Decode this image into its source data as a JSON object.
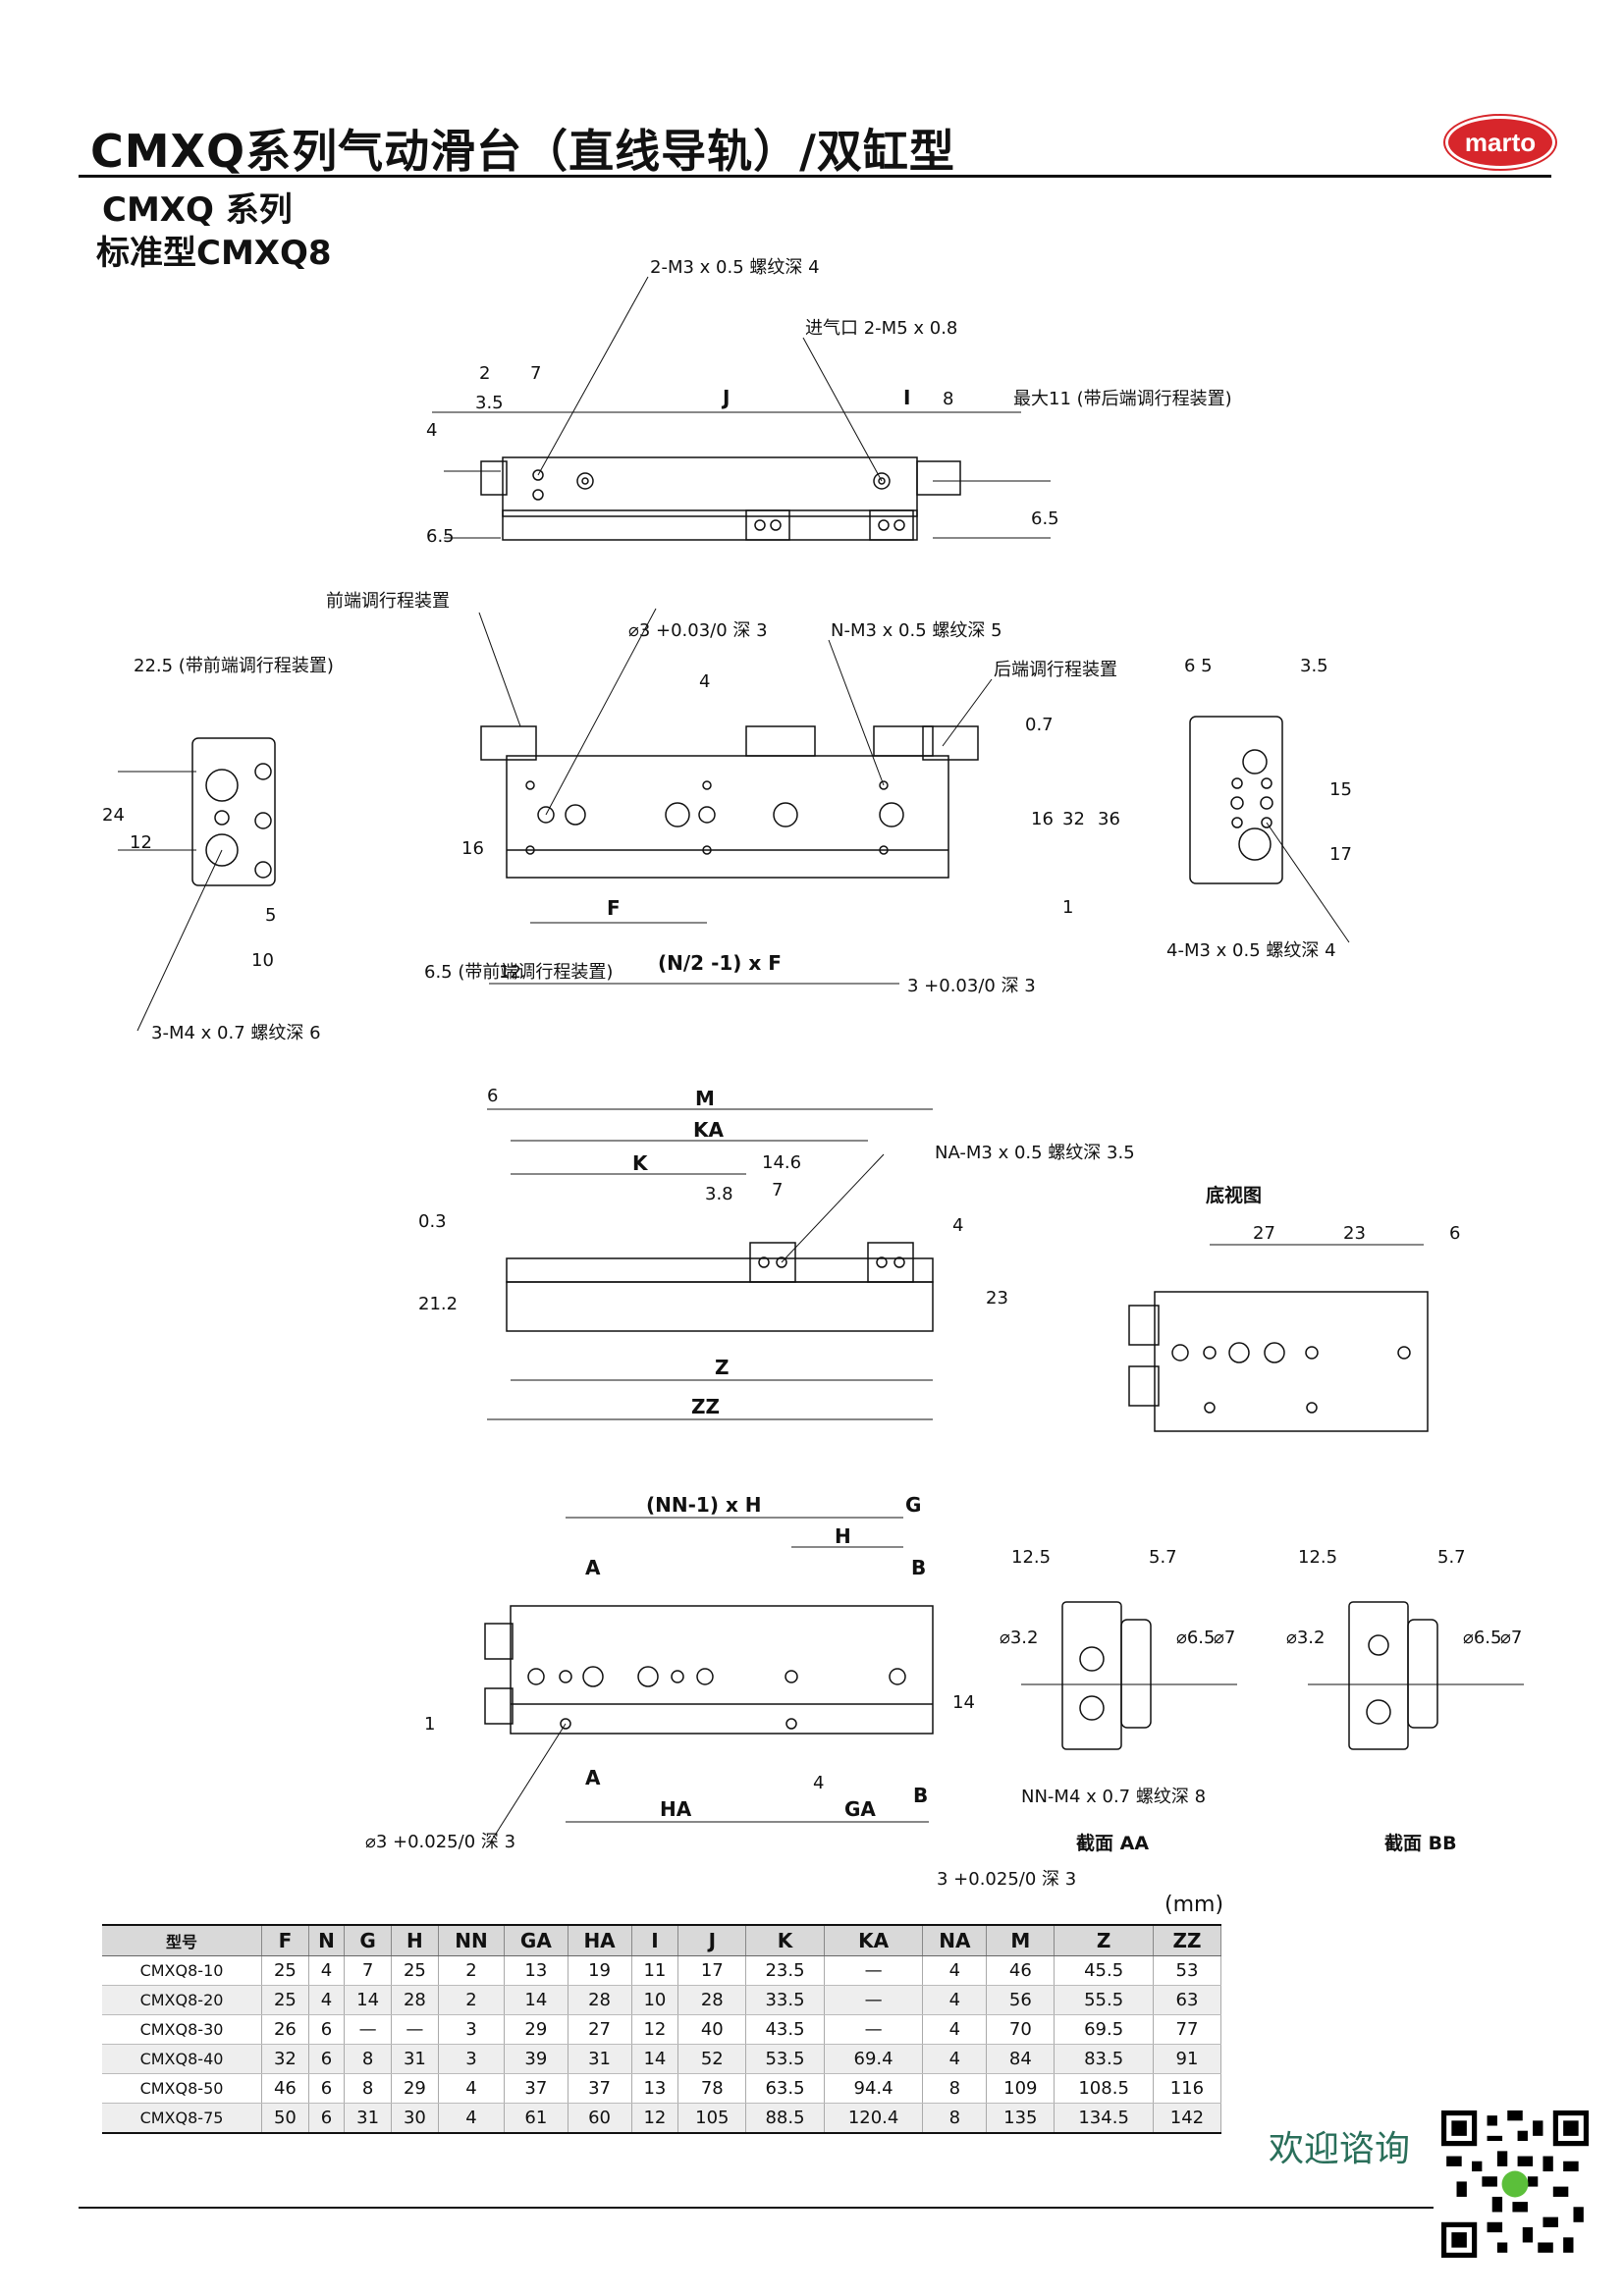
{
  "header": {
    "title": "CMXQ系列气动滑台（直线导轨）/双缸型",
    "logo_text": "marto",
    "series": "CMXQ 系列",
    "model": "标准型CMXQ8"
  },
  "drawing": {
    "top_view": {
      "note_tap": "2-M3 x 0.5 螺纹深 4",
      "note_port": "进气口 2-M5 x 0.8",
      "note_max": "最大11 (带后端调行程装置)",
      "d_2": "2",
      "d_7": "7",
      "d_3_5": "3.5",
      "d_J": "J",
      "d_I": "I",
      "d_8": "8",
      "d_4": "4",
      "d_6_5_left": "6.5",
      "d_6_5_right": "6.5"
    },
    "front_view": {
      "note_front_adj": "前端调行程装置",
      "note_rear_adj": "后端调行程装置",
      "note_pin": "⌀3 +0.03/0 深 3",
      "note_tap_n": "N-M3 x 0.5 螺纹深 5",
      "note_m4": "3-M4 x 0.7 螺纹深 6",
      "note_m3": "4-M3 x 0.5 螺纹深 4",
      "note_front_len": "22.5 (带前端调行程装置)",
      "note_vert_front": "6.5 (带前端调行程装置)",
      "note_depth3": "3 +0.03/0 深 3",
      "d_24": "24",
      "d_12": "12",
      "d_5": "5",
      "d_10": "10",
      "d_4": "4",
      "d_0_7": "0.7",
      "d_16a": "16",
      "d_32": "32",
      "d_36": "36",
      "d_1": "1",
      "d_16b": "16",
      "d_F": "F",
      "d_12b": "12",
      "d_NF": "(N/2 -1) x F",
      "d_6_5": "6 5",
      "d_3_5": "3.5",
      "d_15": "15",
      "d_17": "17"
    },
    "side_view": {
      "d_6": "6",
      "d_M": "M",
      "d_KA": "KA",
      "d_K": "K",
      "d_14_6": "14.6",
      "d_7": "7",
      "d_3_8": "3.8",
      "d_0_3": "0.3",
      "d_21_2": "21.2",
      "d_4": "4",
      "d_23": "23",
      "d_Z": "Z",
      "d_ZZ": "ZZ",
      "note_na": "NA-M3 x 0.5 螺纹深 3.5"
    },
    "bottom_view": {
      "caption": "底视图",
      "d_27": "27",
      "d_23": "23",
      "d_6": "6"
    },
    "lower_view": {
      "d_NNH": "(NN-1) x H",
      "d_G": "G",
      "d_H": "H",
      "d_A_top": "A",
      "d_B_top": "B",
      "d_A_bot": "A",
      "d_B_bot": "B",
      "d_HA": "HA",
      "d_GA": "GA",
      "d_4": "4",
      "d_14": "14",
      "d_1": "1",
      "note_pin": "⌀3 +0.025/0 深 3",
      "note_depth": "3 +0.025/0 深 3"
    },
    "section_aa": {
      "caption": "截面 AA",
      "d_12_5": "12.5",
      "d_5_7": "5.7",
      "d_dia32": "⌀3.2",
      "d_dia65": "⌀6.5",
      "d_dia7": "⌀7",
      "note_nn": "NN-M4 x 0.7 螺纹深 8"
    },
    "section_bb": {
      "caption": "截面 BB",
      "d_12_5": "12.5",
      "d_5_7": "5.7",
      "d_dia32": "⌀3.2",
      "d_dia65": "⌀6.5",
      "d_dia7": "⌀7"
    }
  },
  "table": {
    "unit": "(mm)",
    "headers": [
      "型号",
      "F",
      "N",
      "G",
      "H",
      "NN",
      "GA",
      "HA",
      "I",
      "J",
      "K",
      "KA",
      "NA",
      "M",
      "Z",
      "ZZ"
    ],
    "rows": [
      [
        "CMXQ8-10",
        "25",
        "4",
        "7",
        "25",
        "2",
        "13",
        "19",
        "11",
        "17",
        "23.5",
        "—",
        "4",
        "46",
        "45.5",
        "53"
      ],
      [
        "CMXQ8-20",
        "25",
        "4",
        "14",
        "28",
        "2",
        "14",
        "28",
        "10",
        "28",
        "33.5",
        "—",
        "4",
        "56",
        "55.5",
        "63"
      ],
      [
        "CMXQ8-30",
        "26",
        "6",
        "—",
        "—",
        "3",
        "29",
        "27",
        "12",
        "40",
        "43.5",
        "—",
        "4",
        "70",
        "69.5",
        "77"
      ],
      [
        "CMXQ8-40",
        "32",
        "6",
        "8",
        "31",
        "3",
        "39",
        "31",
        "14",
        "52",
        "53.5",
        "69.4",
        "4",
        "84",
        "83.5",
        "91"
      ],
      [
        "CMXQ8-50",
        "46",
        "6",
        "8",
        "29",
        "4",
        "37",
        "37",
        "13",
        "78",
        "63.5",
        "94.4",
        "8",
        "109",
        "108.5",
        "116"
      ],
      [
        "CMXQ8-75",
        "50",
        "6",
        "31",
        "30",
        "4",
        "61",
        "60",
        "12",
        "105",
        "88.5",
        "120.4",
        "8",
        "135",
        "134.5",
        "142"
      ]
    ]
  },
  "footer": {
    "contact": "欢迎谘询"
  }
}
